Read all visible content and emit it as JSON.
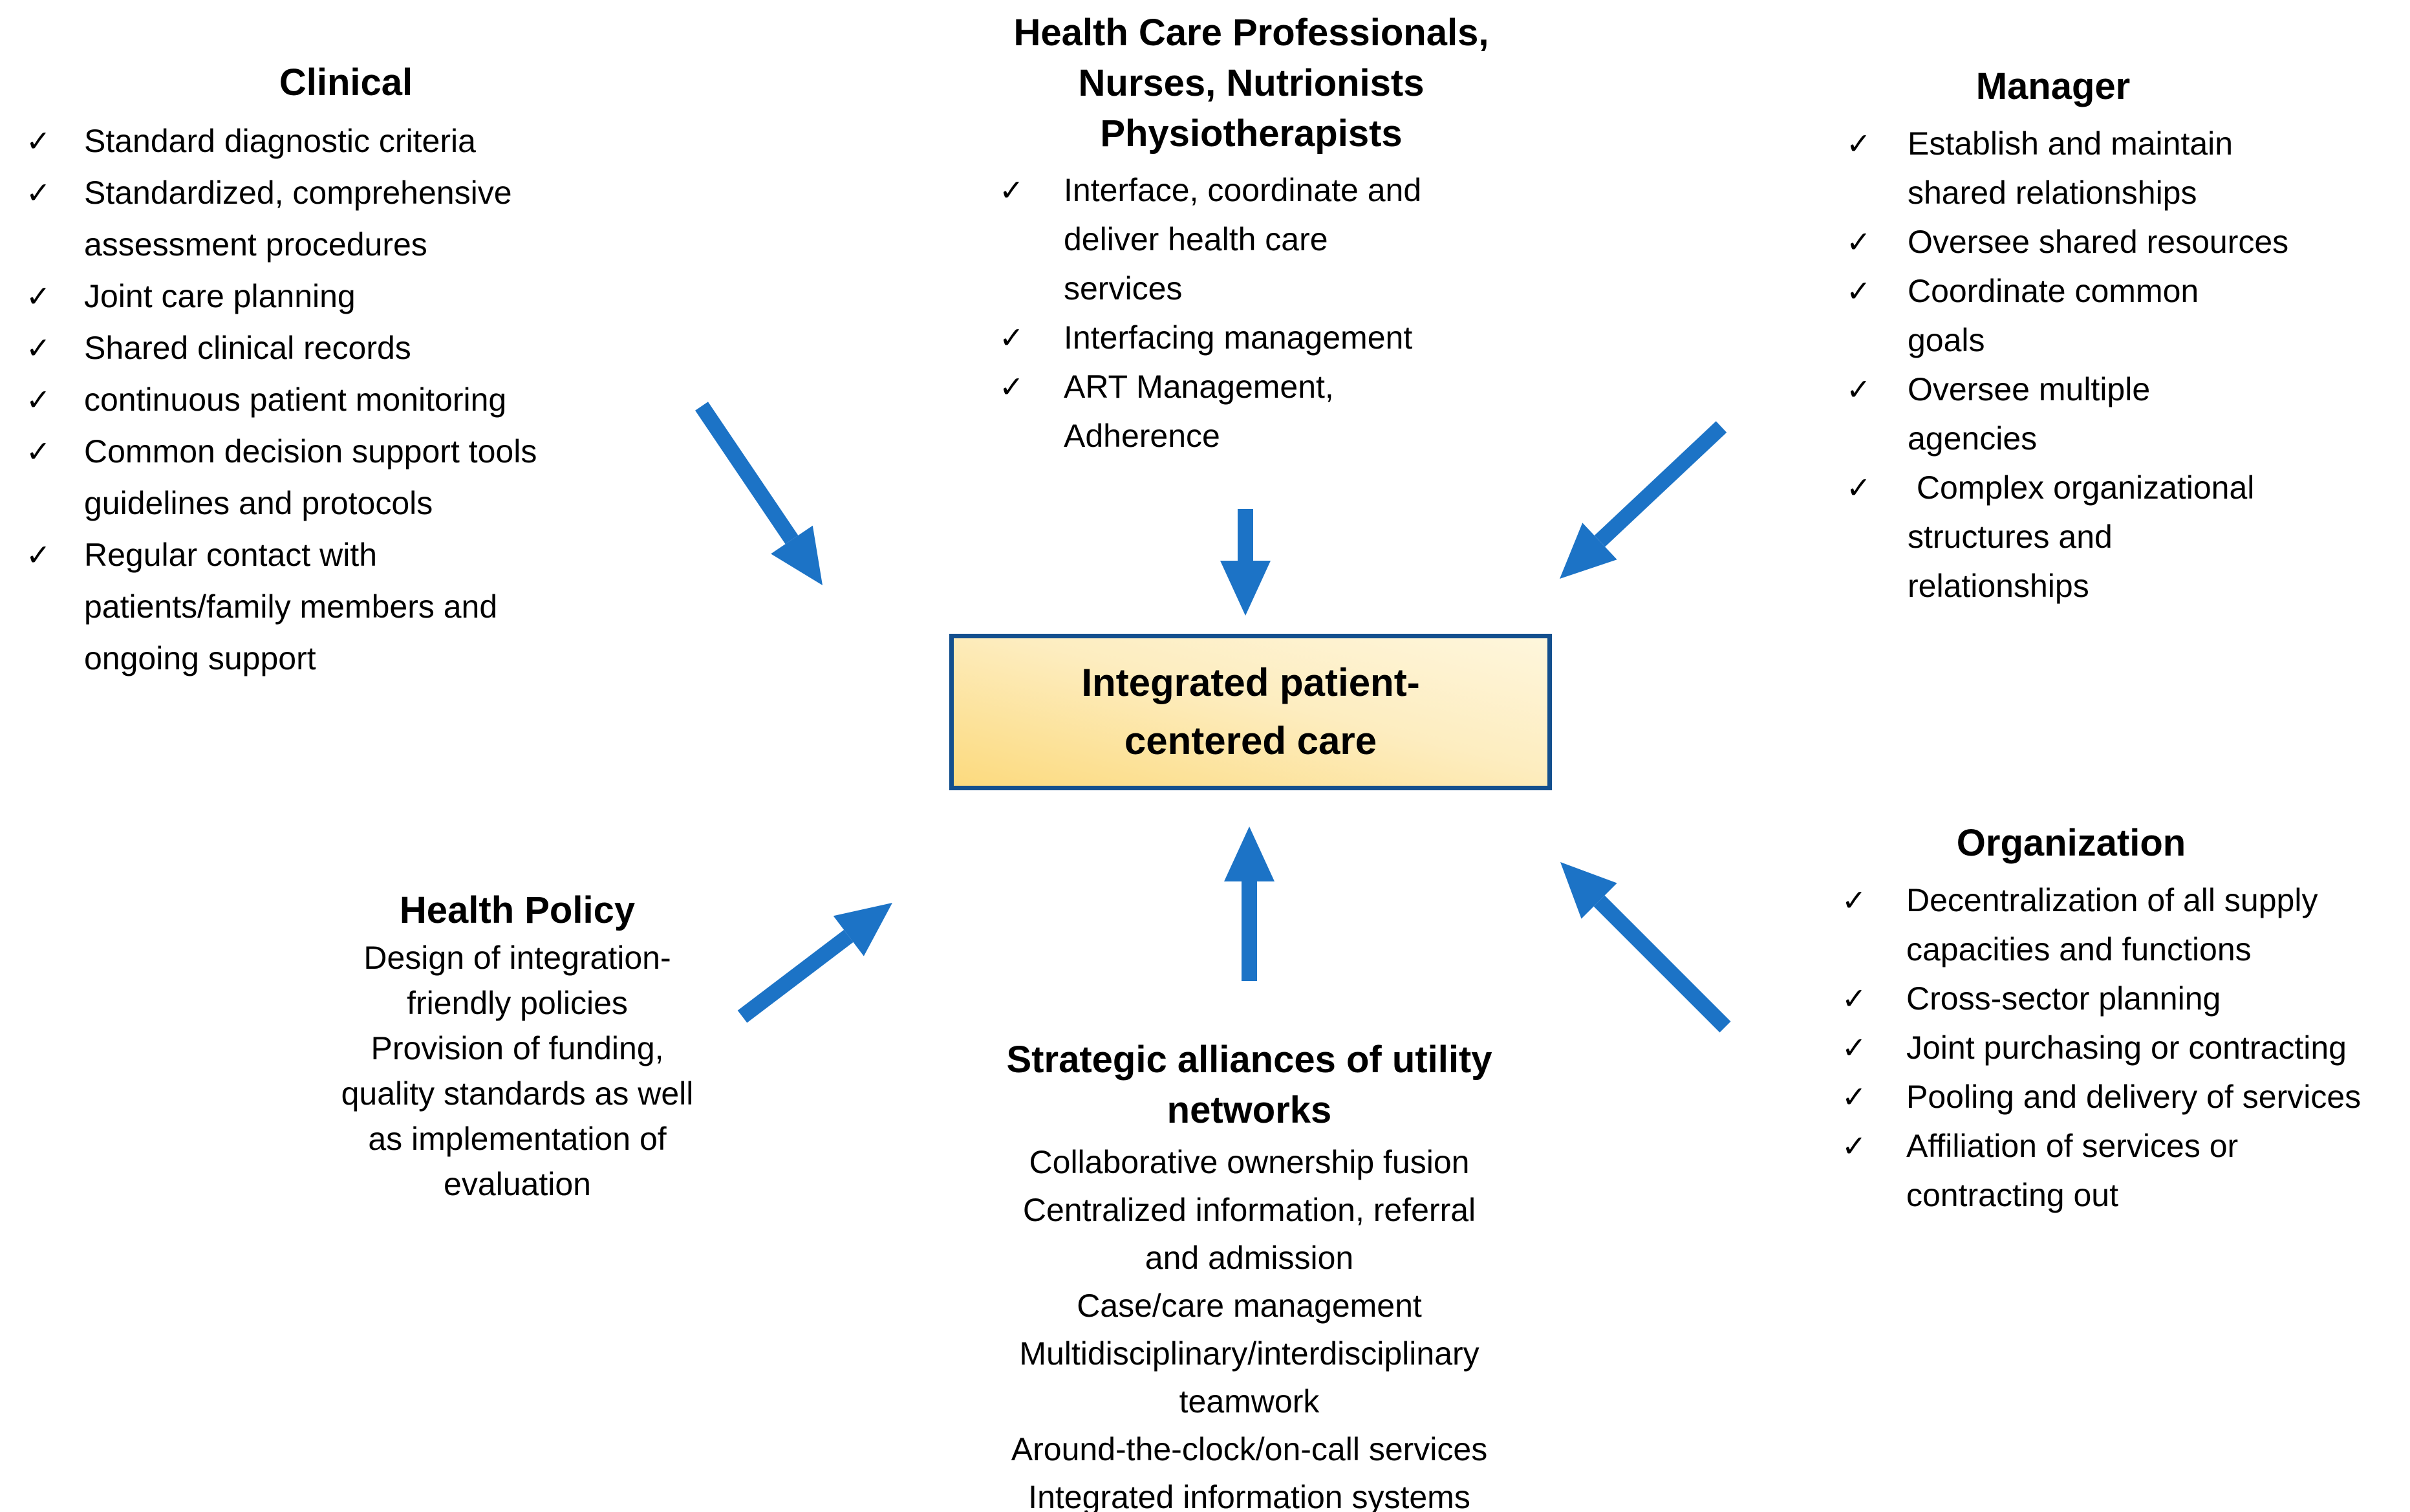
{
  "colors": {
    "arrow": "#1C73C6",
    "box_border": "#134F8E",
    "box_fill_dark": "#FCDA7E",
    "box_fill_light": "#FEF6DC",
    "text": "#000000",
    "background": "#FFFFFF"
  },
  "checkmark_glyph": "✓",
  "center_box": {
    "lines": [
      "Integrated patient-",
      "centered care"
    ]
  },
  "sections": {
    "clinical": {
      "title": "Clinical",
      "items": [
        [
          "Standard diagnostic criteria"
        ],
        [
          "Standardized, comprehensive",
          "assessment procedures"
        ],
        [
          "Joint care planning"
        ],
        [
          "Shared clinical records"
        ],
        [
          "continuous patient monitoring"
        ],
        [
          "Common decision support tools",
          "guidelines and protocols"
        ],
        [
          "Regular contact with",
          "patients/family members and",
          "ongoing support"
        ]
      ]
    },
    "professionals": {
      "title_lines": [
        "Health Care Professionals,",
        "Nurses, Nutrionists",
        "Physiotherapists"
      ],
      "items": [
        [
          "Interface, coordinate and",
          "deliver health care",
          "services"
        ],
        [
          "Interfacing management"
        ],
        [
          "ART Management,",
          "Adherence"
        ]
      ]
    },
    "manager": {
      "title": "Manager",
      "items": [
        [
          "Establish and maintain",
          "shared relationships"
        ],
        [
          "Oversee shared resources"
        ],
        [
          "Coordinate common",
          "goals"
        ],
        [
          "Oversee multiple",
          "agencies"
        ],
        [
          " Complex organizational",
          "structures and",
          "relationships"
        ]
      ]
    },
    "health_policy": {
      "title": "Health Policy",
      "lines": [
        "Design of integration-",
        "friendly policies",
        "Provision of funding,",
        "quality standards as well",
        "as implementation of",
        "evaluation"
      ]
    },
    "strategic": {
      "title_lines": [
        "Strategic alliances of utility",
        "networks"
      ],
      "lines": [
        "Collaborative ownership fusion",
        "Centralized information, referral",
        "and admission",
        "Case/care management",
        "Multidisciplinary/interdisciplinary",
        "teamwork",
        "Around-the-clock/on-call services",
        "Integrated information systems"
      ]
    },
    "organization": {
      "title": "Organization",
      "items": [
        [
          "Decentralization of all supply",
          "capacities and functions"
        ],
        [
          "Cross-sector planning"
        ],
        [
          "Joint purchasing or contracting"
        ],
        [
          "Pooling and delivery of services"
        ],
        [
          "Affiliation of services or",
          "contracting out"
        ]
      ]
    }
  }
}
